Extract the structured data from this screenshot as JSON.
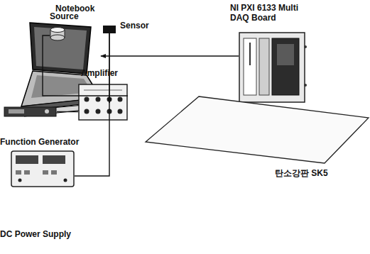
{
  "diagram": {
    "nodes": [
      {
        "text": [
          "Notebook"
        ]
      },
      {
        "text": [
          "NI PXI 6133 Multi DAQ Board"
        ]
      },
      {
        "text": [
          "Amplifier"
        ]
      },
      {
        "text": [
          "Function Generator"
        ]
      },
      {
        "text": [
          "DC Power Supply"
        ]
      },
      {
        "text": [
          "탄소강판 SK5"
        ]
      },
      {
        "text": [
          "Source"
        ],
        "in": 5
      },
      {
        "text": [
          "Sensor"
        ],
        "in": 5
      }
    ],
    "edges": [
      {
        "from": 1,
        "to": 0,
        "arrow": "to"
      },
      {
        "from": 3,
        "to": 2,
        "arrow": "none"
      },
      {
        "from": 2,
        "to": 6,
        "arrow": "none"
      },
      {
        "from": 7,
        "to": 1,
        "arrow": "to"
      },
      {
        "from": 4,
        "to": 7,
        "arrow": "none"
      }
    ]
  }
}
